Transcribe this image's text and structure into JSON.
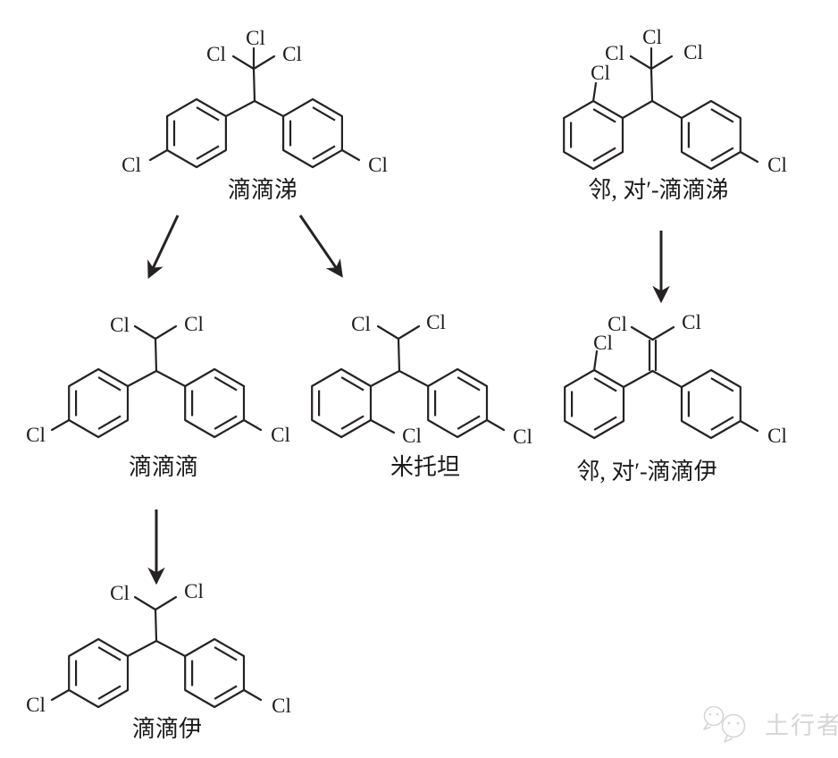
{
  "atoms": {
    "cl": "Cl"
  },
  "molecules": {
    "ddt": {
      "label": "滴滴涕"
    },
    "op_ddt": {
      "label": "邻, 对′-滴滴涕"
    },
    "ddd": {
      "label": "滴滴滴"
    },
    "mitotane": {
      "label": "米托坦"
    },
    "op_dde": {
      "label": "邻, 对′-滴滴伊"
    },
    "dde": {
      "label": "滴滴伊"
    }
  },
  "arrows": [
    {
      "from": "ddt",
      "to": "ddd"
    },
    {
      "from": "ddt",
      "to": "mitotane"
    },
    {
      "from": "op-ddt",
      "to": "op-dde"
    },
    {
      "from": "ddd",
      "to": "dde"
    }
  ],
  "watermark": {
    "text": "土行者"
  },
  "colors": {
    "line": "#262223",
    "text": "#1b1b1b",
    "watermark": "#d6d6d6",
    "background": "#ffffff"
  }
}
